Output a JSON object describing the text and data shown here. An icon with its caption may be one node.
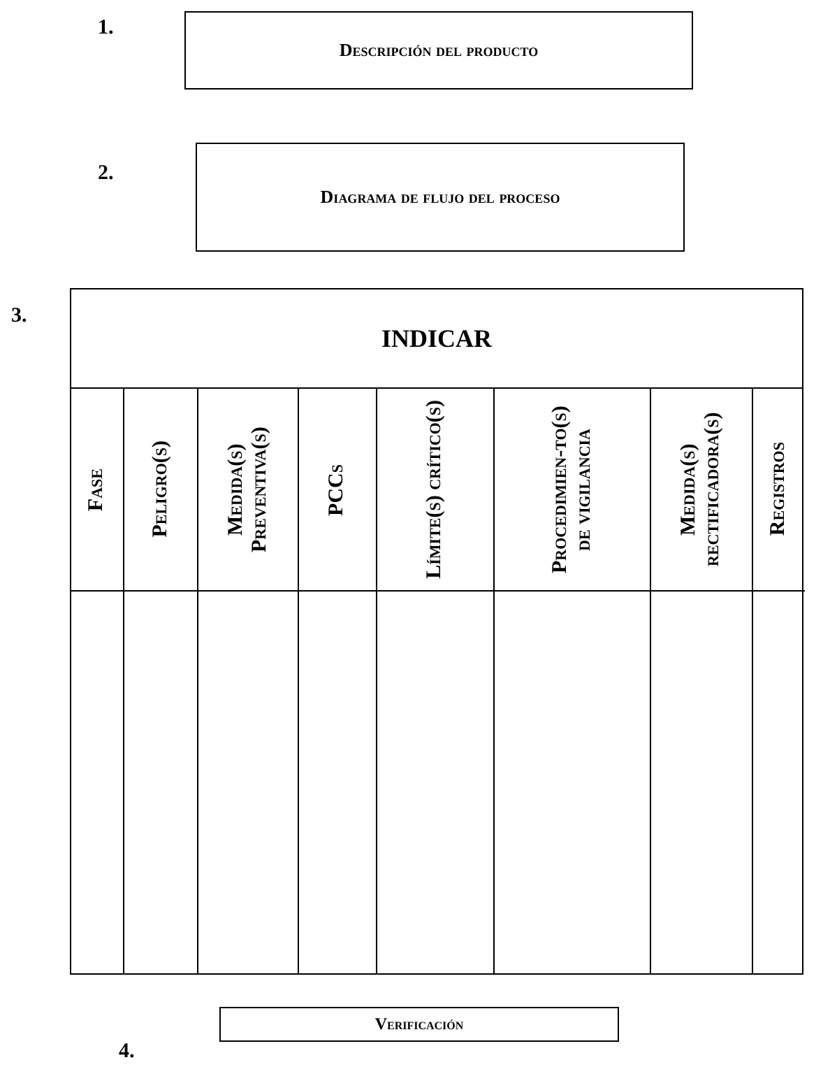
{
  "diagram": {
    "nodes": [
      {
        "text": [
          "Descripción del producto"
        ]
      },
      {
        "text": [
          "Diagrama de flujo del proceso"
        ]
      },
      {
        "text": [
          "INDICAR"
        ]
      },
      {
        "text": [
          "Fase"
        ],
        "in": 2
      },
      {
        "text": [
          "Peligro(s)"
        ],
        "in": 2
      },
      {
        "text": [
          "Medida(s) Preventiva(s)"
        ],
        "in": 2
      },
      {
        "text": [
          "PCCs"
        ],
        "in": 2
      },
      {
        "text": [
          "Límite(s) crítico(s)"
        ],
        "in": 2
      },
      {
        "text": [
          "Procedimien-to(s) de vigilancia"
        ],
        "in": 2
      },
      {
        "text": [
          "Medida(s) rectificadora(s)"
        ],
        "in": 2
      },
      {
        "text": [
          "Registros"
        ],
        "in": 2
      },
      {
        "text": [
          "Verificación"
        ]
      }
    ],
    "labels": [
      "1.",
      "2.",
      "3.",
      "4."
    ]
  }
}
